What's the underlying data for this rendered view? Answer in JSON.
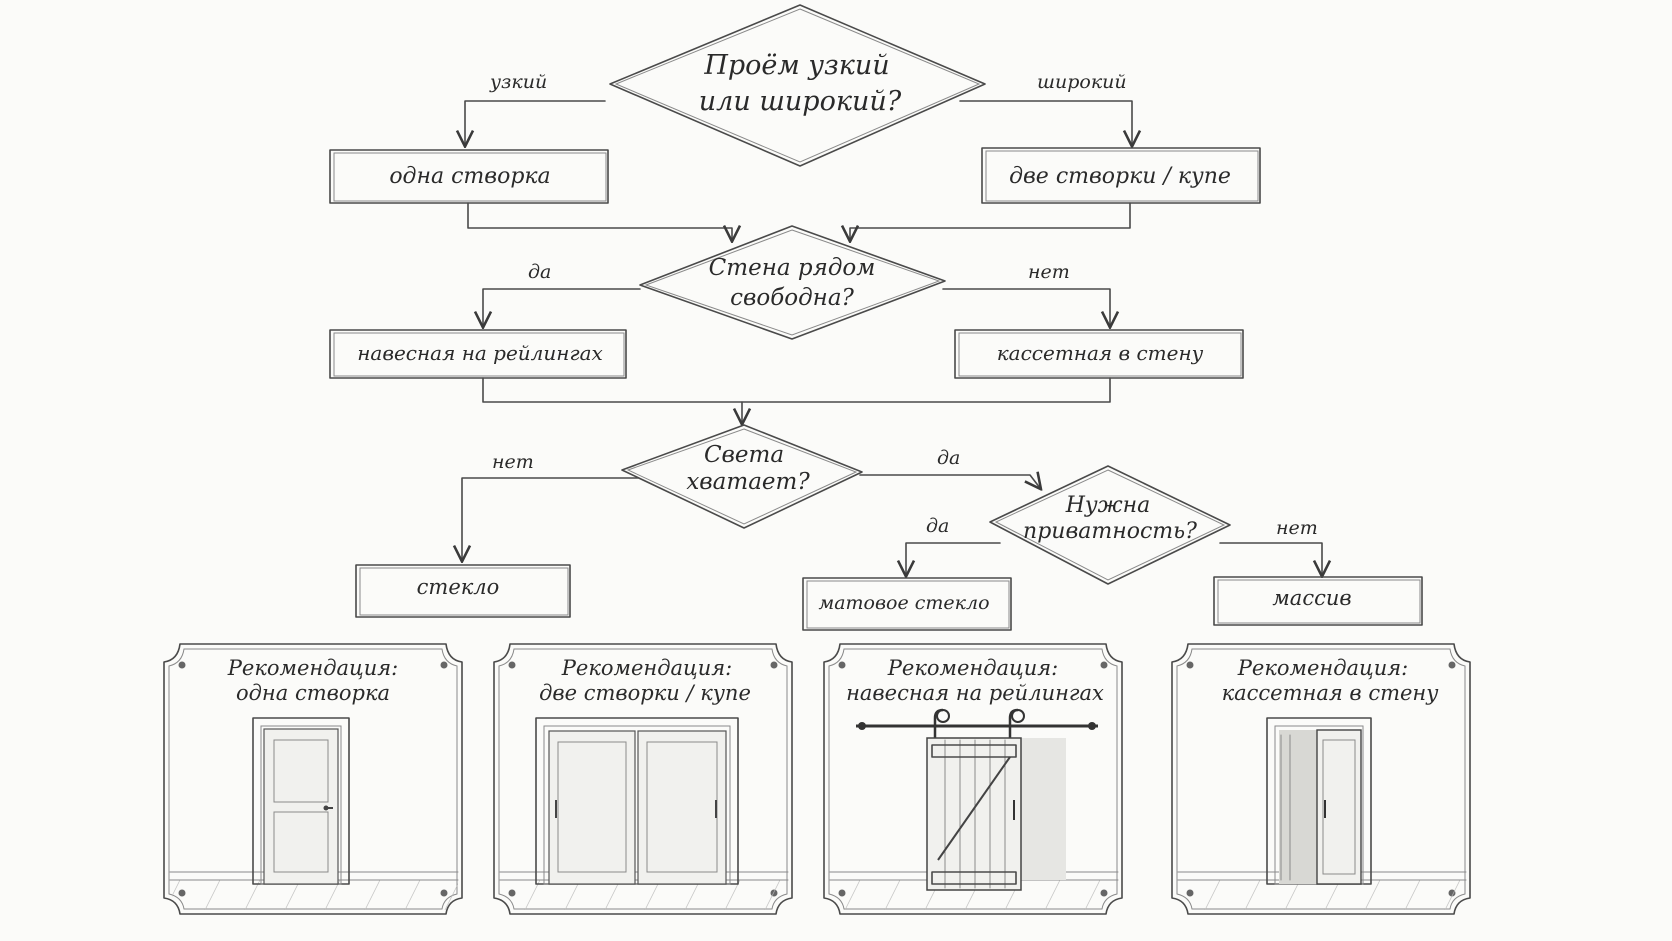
{
  "decisions": {
    "width": {
      "line1": "Проём узкий",
      "line2": "или широкий?"
    },
    "wall": {
      "line1": "Стена рядом",
      "line2": "свободна?"
    },
    "light": {
      "line1": "Света",
      "line2": "хватает?"
    },
    "privacy": {
      "line1": "Нужна",
      "line2": "приватность?"
    }
  },
  "results": {
    "single": "одна створка",
    "double": "две створки / купе",
    "barn": "навесная на рейлингах",
    "cassette": "кассетная в стену",
    "glass": "стекло",
    "frosted": "матовое стекло",
    "solid": "массив"
  },
  "edges": {
    "narrow": "узкий",
    "wide": "широкий",
    "wall_yes": "да",
    "wall_no": "нет",
    "light_no": "нет",
    "light_yes": "да",
    "privacy_yes": "да",
    "privacy_no": "нет"
  },
  "cards": [
    {
      "title": "Рекомендация:",
      "subtitle": "одна створка",
      "illustration": "single-door-icon"
    },
    {
      "title": "Рекомендация:",
      "subtitle": "две створки / купе",
      "illustration": "double-sliding-door-icon"
    },
    {
      "title": "Рекомендация:",
      "subtitle": "навесная на рейлингах",
      "illustration": "barn-door-icon"
    },
    {
      "title": "Рекомендация:",
      "subtitle": "кассетная в стену",
      "illustration": "pocket-door-icon"
    }
  ]
}
